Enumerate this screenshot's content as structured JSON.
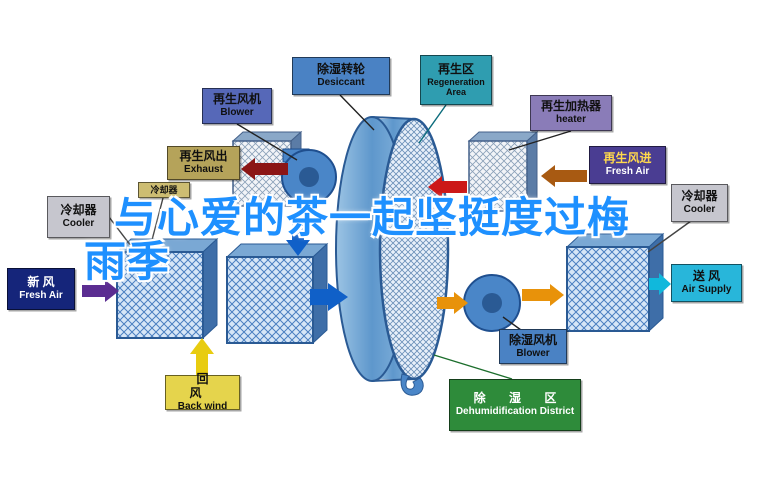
{
  "watermark": {
    "line1": "与心爱的茶一起坚挺度过梅",
    "line2": "雨季"
  },
  "labels": {
    "desiccant": {
      "zh": "除湿转轮",
      "en": "Desiccant"
    },
    "regen_area": {
      "zh": "再生区",
      "en": "Regeneration Area"
    },
    "regen_blower": {
      "zh": "再生风机",
      "en": "Blower"
    },
    "heater": {
      "zh": "再生加热器",
      "en": "heater"
    },
    "exhaust": {
      "zh": "再生风出",
      "en": "Exhaust"
    },
    "cooler_left": {
      "zh": "冷却器",
      "en": "Cooler"
    },
    "cooler_small": {
      "zh": "冷却器",
      "en": ""
    },
    "fresh_air": {
      "zh": "新 风",
      "en": "Fresh Air"
    },
    "regen_fresh_air": {
      "zh": "再生风进",
      "en": "Fresh Air"
    },
    "cooler_right": {
      "zh": "冷却器",
      "en": "Cooler"
    },
    "air_supply": {
      "zh": "送 风",
      "en": "Air Supply"
    },
    "back_wind": {
      "zh": "回 风",
      "en": "Back wind"
    },
    "dehumid_blower": {
      "zh": "除湿风机",
      "en": "Blower"
    },
    "dehumid_district": {
      "zh": "除 湿 区",
      "en": "Dehumidification District"
    }
  },
  "colors": {
    "watermark_blue": "#1e90ff",
    "wheel_blue": "#5e97cc",
    "arrow_red": "#cc1818",
    "arrow_dark_red": "#8b1515",
    "arrow_orange": "#e8920a",
    "arrow_yellow": "#e8cc10",
    "arrow_blue": "#1060c8",
    "arrow_purple": "#5b2d91",
    "arrow_cyan": "#10b8dc",
    "arrow_brown": "#a85a12"
  }
}
